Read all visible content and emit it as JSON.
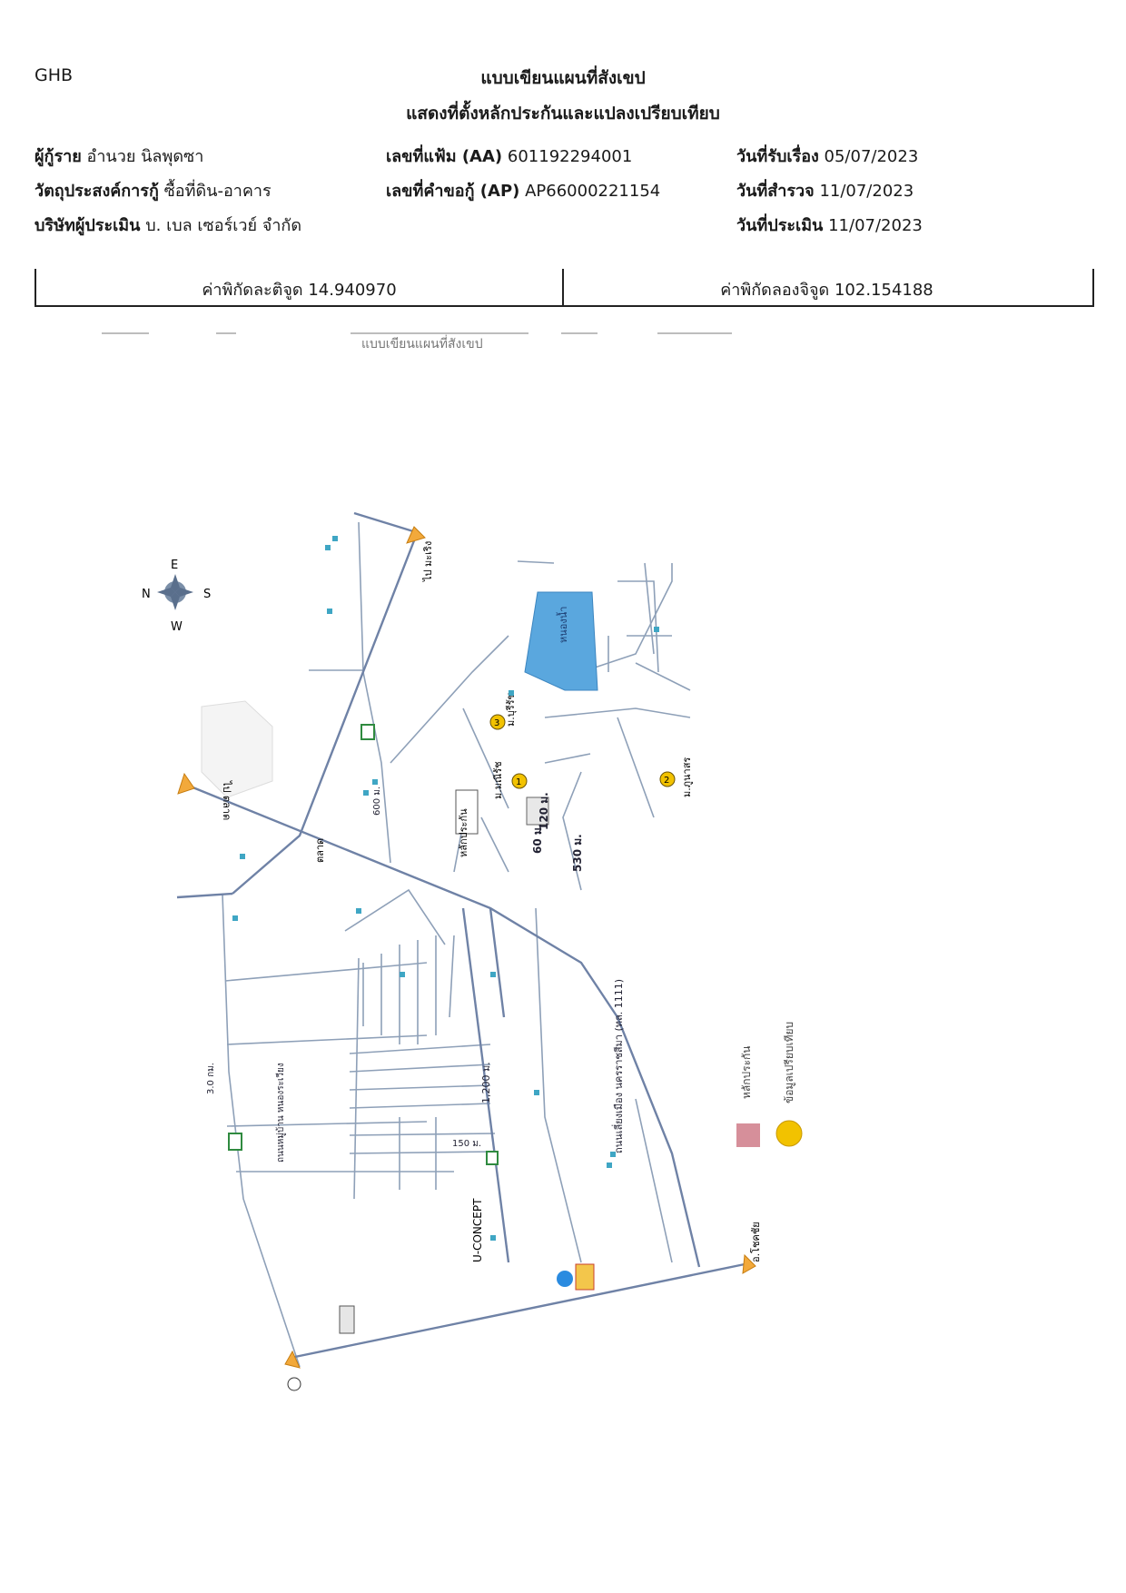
{
  "header": {
    "logo_text": "GHB",
    "title_line1": "แบบเขียนแผนที่สังเขป",
    "title_line2": "แสดงที่ตั้งหลักประกันและแปลงเปรียบเทียบ"
  },
  "info": {
    "borrower_label": "ผู้กู้ราย",
    "borrower_value": "อำนวย นิลพุดซา",
    "purpose_label": "วัตถุประสงค์การกู้",
    "purpose_value": "ซื้อที่ดิน-อาคาร",
    "appraiser_label": "บริษัทผู้ประเมิน",
    "appraiser_value": "บ. เบล เซอร์เวย์ จำกัด",
    "file_no_label": "เลขที่แฟ้ม (AA)",
    "file_no_value": "601192294001",
    "request_no_label": "เลขที่คำขอกู้ (AP)",
    "request_no_value": "AP66000221154",
    "received_label": "วันที่รับเรื่อง",
    "received_value": "05/07/2023",
    "survey_label": "วันที่สำรวจ",
    "survey_value": "11/07/2023",
    "appraisal_label": "วันที่ประเมิน",
    "appraisal_value": "11/07/2023"
  },
  "coordinates": {
    "lat_label": "ค่าพิกัดละติจูด",
    "lat_value": "14.940970",
    "lon_label": "ค่าพิกัดลองจิจูด",
    "lon_value": "102.154188"
  },
  "map": {
    "caption": "แบบเขียนแผนที่สังเขป",
    "compass": {
      "north": "N",
      "east": "E",
      "south": "S",
      "west": "W"
    },
    "road_label_1": "ถนนเลี่ยงเมือง นครราชสีมา (ทล. 1111)",
    "road_label_2": "ถนนหมู่บ้าน หนองระเวียง",
    "pond_label": "หนองน้ำ",
    "dist_120": "120 ม.",
    "dist_60": "60 ม.",
    "dist_530": "530 ม.",
    "dist_600": "600 ม.",
    "dist_1200": "1,200 ม.",
    "dist_150": "150 ม.",
    "dist_3km": "3.0 กม.",
    "to_makhao": "ไป มะเริง",
    "to_city": "ไป ตลาด",
    "to_phimai": "อ.โชคชัย",
    "main_soi": "หลักประกัน",
    "village_1": "ม.บุรีรัช",
    "village_2": "ม.ภูนาสร",
    "village_3": "ม.มณีรัช",
    "market": "ตลาด",
    "concept": "U-CONCEPT",
    "marker_1": "1",
    "marker_2": "2",
    "marker_3": "3",
    "legend_collateral": "หลักประกัน",
    "legend_comparable": "ข้อมูลเปรียบเทียบ",
    "colors": {
      "pond": "#5aa7de",
      "road": "#7e93b0",
      "main_road": "#5d6fa8",
      "collateral": "#d68f9a",
      "comparable": "#f2c200",
      "arrow": "#f2a93b"
    }
  }
}
